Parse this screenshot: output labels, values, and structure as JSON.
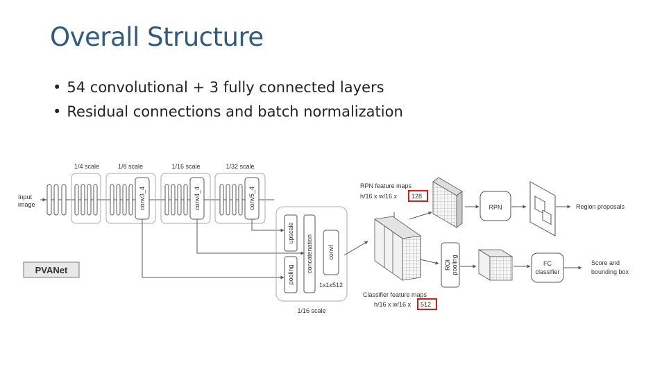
{
  "slide": {
    "title": "Overall Structure",
    "bullets": [
      "54 convolutional + 3 fully connected layers",
      "Residual connections and batch normalization"
    ]
  },
  "diagram": {
    "input_label": [
      "Input",
      "image"
    ],
    "scales": {
      "s4": "1/4 scale",
      "s8": "1/8 scale",
      "s16": "1/16 scale",
      "s32": "1/32 scale",
      "merge": "1/16 scale"
    },
    "blocks": {
      "conv3": "conv3_4",
      "conv4": "conv4_4",
      "conv5": "conv5_4",
      "upscale": "upscale",
      "pooling": "pooling",
      "concat": "concatenation",
      "convf": "convf",
      "convf_dims": "1x1x512",
      "roi": [
        "ROI",
        "pooling"
      ],
      "rpn": "RPN",
      "fc": [
        "FC",
        "classifier"
      ]
    },
    "network_name": "PVANet",
    "rpn_maps": {
      "title": "RPN feature maps",
      "dims": "h/16  x w/16 x",
      "channels": "128"
    },
    "cls_maps": {
      "title": "Classifier feature maps",
      "dims": "h/16 x w/16 x",
      "channels": "512"
    },
    "outputs": {
      "proposals": "Region proposals",
      "score": [
        "Score and",
        "bounding box"
      ]
    },
    "colors": {
      "title": "#2f5a82",
      "highlight": "#cc1f1f",
      "stroke": "#555555",
      "label_box": "#e8e8e8"
    }
  }
}
